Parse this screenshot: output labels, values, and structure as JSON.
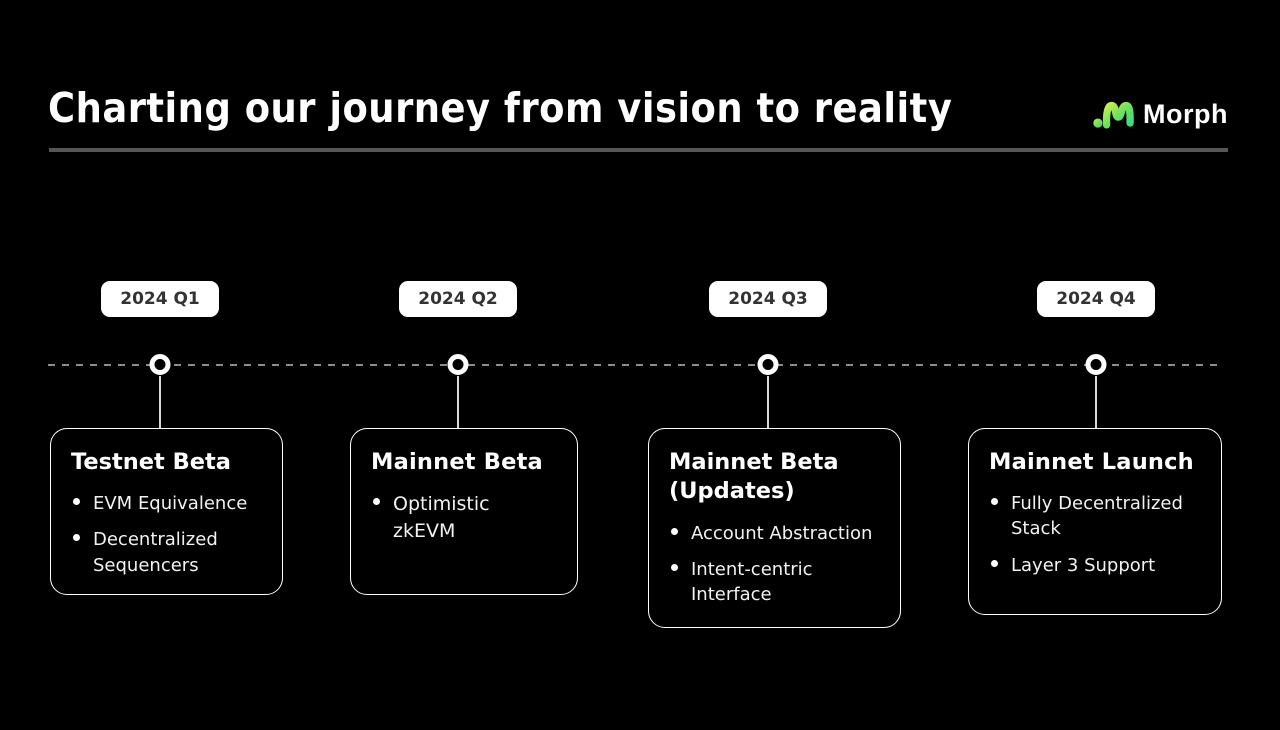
{
  "header": {
    "title": "Charting our journey from vision to reality",
    "logo_text": "Morph"
  },
  "timeline": {
    "quarters": [
      "2024 Q1",
      "2024 Q2",
      "2024 Q3",
      "2024 Q4"
    ]
  },
  "cards": [
    {
      "title": "Testnet Beta",
      "bullets": [
        "EVM Equivalence",
        "Decentralized Sequencers"
      ]
    },
    {
      "title": "Mainnet Beta",
      "bullets": [
        "Optimistic zkEVM"
      ]
    },
    {
      "title": "Mainnet Beta (Updates)",
      "bullets": [
        "Account Abstraction",
        "Intent-centric Interface"
      ]
    },
    {
      "title": "Mainnet Launch",
      "bullets": [
        "Fully Decentralized Stack",
        "Layer 3 Support"
      ]
    }
  ],
  "colors": {
    "background": "#000000",
    "divider_gray": "#565656",
    "dash_gray": "#8d8d8d",
    "badge_text": "#333333",
    "card_border": "#ffffff",
    "logo_green_light": "#c3ef4c",
    "logo_green_dark": "#3ddc84"
  }
}
